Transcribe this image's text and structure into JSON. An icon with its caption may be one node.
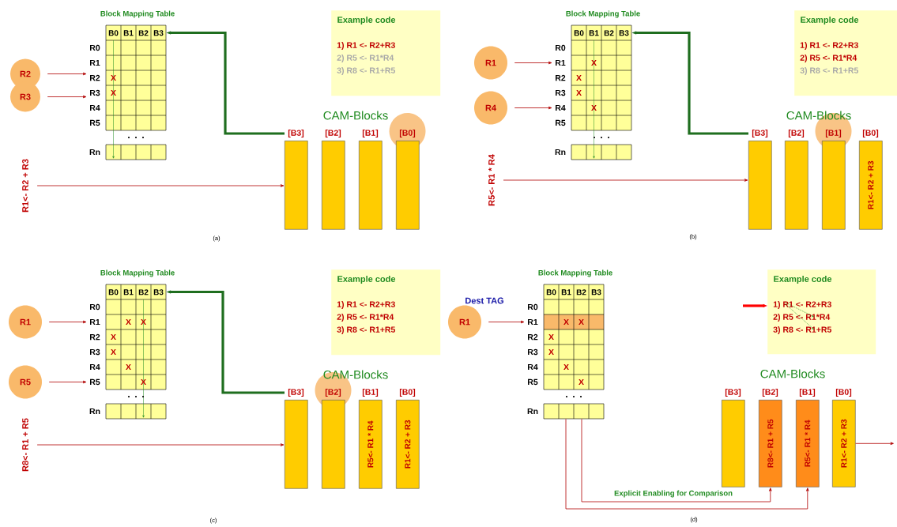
{
  "diagram": {
    "nodes": [
      {
        "text": [
          "Block Mapping Table",
          "B0",
          "B1",
          "B2",
          "B3",
          "R0",
          "R1",
          "R2",
          "R3",
          "R4",
          "R5",
          "Rn",
          "X",
          "X"
        ]
      },
      {
        "text": [
          "R2"
        ]
      },
      {
        "text": [
          "R3"
        ]
      },
      {
        "text": [
          "Example code",
          "1) R1 <- R2+R3",
          "2) R5 <- R1*R4",
          "3) R8 <- R1+R5"
        ]
      },
      {
        "text": [
          "R1<- R2 + R3"
        ]
      },
      {
        "text": [],
        "shape": "bar",
        "beside": [
          "[B3]"
        ]
      },
      {
        "text": [],
        "shape": "bar",
        "beside": [
          "[B2]"
        ]
      },
      {
        "text": [],
        "shape": "bar",
        "beside": [
          "[B1]"
        ]
      },
      {
        "text": [],
        "shape": "bar",
        "beside": [
          "[B0]"
        ]
      },
      {
        "text": [
          "Block Mapping Table",
          "B0",
          "B1",
          "B2",
          "B3",
          "R0",
          "R1",
          "R2",
          "R3",
          "R4",
          "R5",
          "Rn",
          "X",
          "X",
          "X",
          "X"
        ]
      },
      {
        "text": [
          "R1"
        ]
      },
      {
        "text": [
          "R4"
        ]
      },
      {
        "text": [
          "Example code",
          "1) R1 <- R2+R3",
          "2) R5 <- R1*R4",
          "3) R8 <- R1+R5"
        ]
      },
      {
        "text": [
          "R5<- R1 * R4"
        ]
      },
      {
        "text": [],
        "shape": "bar",
        "beside": [
          "[B3]"
        ]
      },
      {
        "text": [],
        "shape": "bar",
        "beside": [
          "[B2]"
        ]
      },
      {
        "text": [],
        "shape": "bar",
        "beside": [
          "[B1]"
        ]
      },
      {
        "text": [
          "R1<- R2 + R3"
        ],
        "beside": [
          "[B0]"
        ]
      },
      {
        "text": [
          "Block Mapping Table",
          "B0",
          "B1",
          "B2",
          "B3",
          "R0",
          "R1",
          "R2",
          "R3",
          "R4",
          "R5",
          "Rn",
          "X",
          "X",
          "X",
          "X",
          "X",
          "X"
        ]
      },
      {
        "text": [
          "R1"
        ]
      },
      {
        "text": [
          "R5"
        ]
      },
      {
        "text": [
          "Example code",
          "1) R1 <- R2+R3",
          "2) R5 <- R1*R4",
          "3) R8 <- R1+R5"
        ]
      },
      {
        "text": [
          "R8<- R1 + R5"
        ]
      },
      {
        "text": [],
        "shape": "bar",
        "beside": [
          "[B3]"
        ]
      },
      {
        "text": [],
        "shape": "bar",
        "beside": [
          "[B2]"
        ]
      },
      {
        "text": [
          "R5<- R1 * R4"
        ],
        "beside": [
          "[B1]"
        ]
      },
      {
        "text": [
          "R1<- R2 + R3"
        ],
        "beside": [
          "[B0]"
        ]
      },
      {
        "text": [
          "Block Mapping Table",
          "B0",
          "B1",
          "B2",
          "B3",
          "R0",
          "R1",
          "R2",
          "R3",
          "R4",
          "R5",
          "Rn",
          "X",
          "X",
          "X",
          "X",
          "X",
          "X"
        ]
      },
      {
        "text": [
          "R1"
        ],
        "beside": [
          "Dest TAG"
        ]
      },
      {
        "text": [
          "Example code",
          "1) R1 <- R2+R3",
          "2) R5 <- R1*R4",
          "3) R8 <- R1+R5"
        ]
      },
      {
        "text": [],
        "shape": "bar",
        "beside": [
          "[B3]"
        ]
      },
      {
        "text": [
          "R8<- R1 + R5"
        ],
        "beside": [
          "[B2]"
        ]
      },
      {
        "text": [
          "R5<- R1 * R4"
        ],
        "beside": [
          "[B1]"
        ]
      },
      {
        "text": [
          "R1<- R2 + R3"
        ],
        "beside": [
          "[B0]"
        ]
      }
    ],
    "edges": [
      {
        "from": 1,
        "to": 0,
        "arrow": "to"
      },
      {
        "from": 2,
        "to": 0,
        "arrow": "to"
      },
      {
        "from": 5,
        "to": 0,
        "arrow": "to",
        "style": "thick",
        "color": "#1f6e1f"
      },
      {
        "from": 4,
        "to": 5,
        "arrow": "to"
      },
      {
        "from": 10,
        "to": 9,
        "arrow": "to"
      },
      {
        "from": 11,
        "to": 9,
        "arrow": "to"
      },
      {
        "from": 14,
        "to": 9,
        "arrow": "to",
        "style": "thick",
        "color": "#1f6e1f"
      },
      {
        "from": 13,
        "to": 14,
        "arrow": "to"
      },
      {
        "from": 19,
        "to": 18,
        "arrow": "to"
      },
      {
        "from": 20,
        "to": 18,
        "arrow": "to"
      },
      {
        "from": 23,
        "to": 18,
        "arrow": "to",
        "style": "thick",
        "color": "#1f6e1f"
      },
      {
        "from": 22,
        "to": 23,
        "arrow": "to"
      },
      {
        "from": 28,
        "to": 27,
        "arrow": "to"
      },
      {
        "from": null,
        "to": 29,
        "arrow": "to",
        "style": "thick",
        "color": "#ff0000"
      },
      {
        "from": 27,
        "to": 31,
        "arrow": "to",
        "label": "Explicit Enabling for Comparison"
      },
      {
        "from": 27,
        "to": 32,
        "arrow": "to"
      },
      {
        "from": 33,
        "to": null,
        "arrow": "to"
      }
    ],
    "labels": [
      "CAM-Blocks",
      "(a)",
      "CAM-Blocks",
      "(b)",
      "CAM-Blocks",
      "(c)",
      "CAM-Blocks",
      "(d)"
    ]
  }
}
